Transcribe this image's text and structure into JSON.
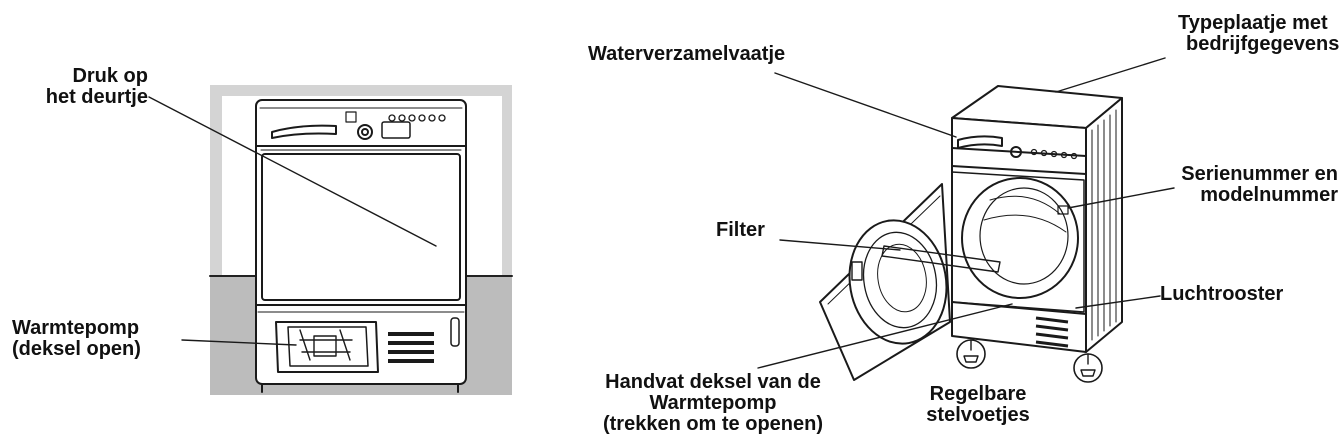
{
  "labels": {
    "druk_op": [
      "Druk op",
      "het deurtje"
    ],
    "warmtepomp": [
      "Warmtepomp",
      "(deksel open)"
    ],
    "waterverzamel": [
      "Waterverzamelvaatje"
    ],
    "typeplaatje": [
      "Typeplaatje met",
      "bedrijfgegevens"
    ],
    "serienummer": [
      "Serienummer en",
      "modelnummer"
    ],
    "filter": [
      "Filter"
    ],
    "luchtrooster": [
      "Luchtrooster"
    ],
    "handvat": [
      "Handvat deksel van de",
      "Warmtepomp",
      "(trekken om te openen)"
    ],
    "regelbare": [
      "Regelbare",
      "stelvoetjes"
    ]
  },
  "colors": {
    "line": "#1a1a1a",
    "wall": "#c8c8c8",
    "floor": "#bdbdbd"
  }
}
